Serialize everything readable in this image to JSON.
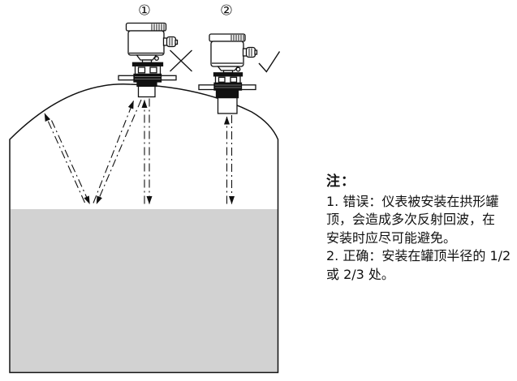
{
  "labels": {
    "sensor1": "①",
    "sensor2": "②"
  },
  "marks": {
    "wrong": "✕",
    "correct": "✓"
  },
  "notes": {
    "title": "注：",
    "lines": [
      "1. 错误：仪表被安装在拱形罐",
      "顶，会造成多次反射回波，在",
      "安装时应尽可能避免。",
      "2. 正确：安装在罐顶半径的 1/2",
      "或 2/3 处。"
    ]
  },
  "colors": {
    "line": "#111111",
    "liquid_fill": "#d2d2d2"
  }
}
